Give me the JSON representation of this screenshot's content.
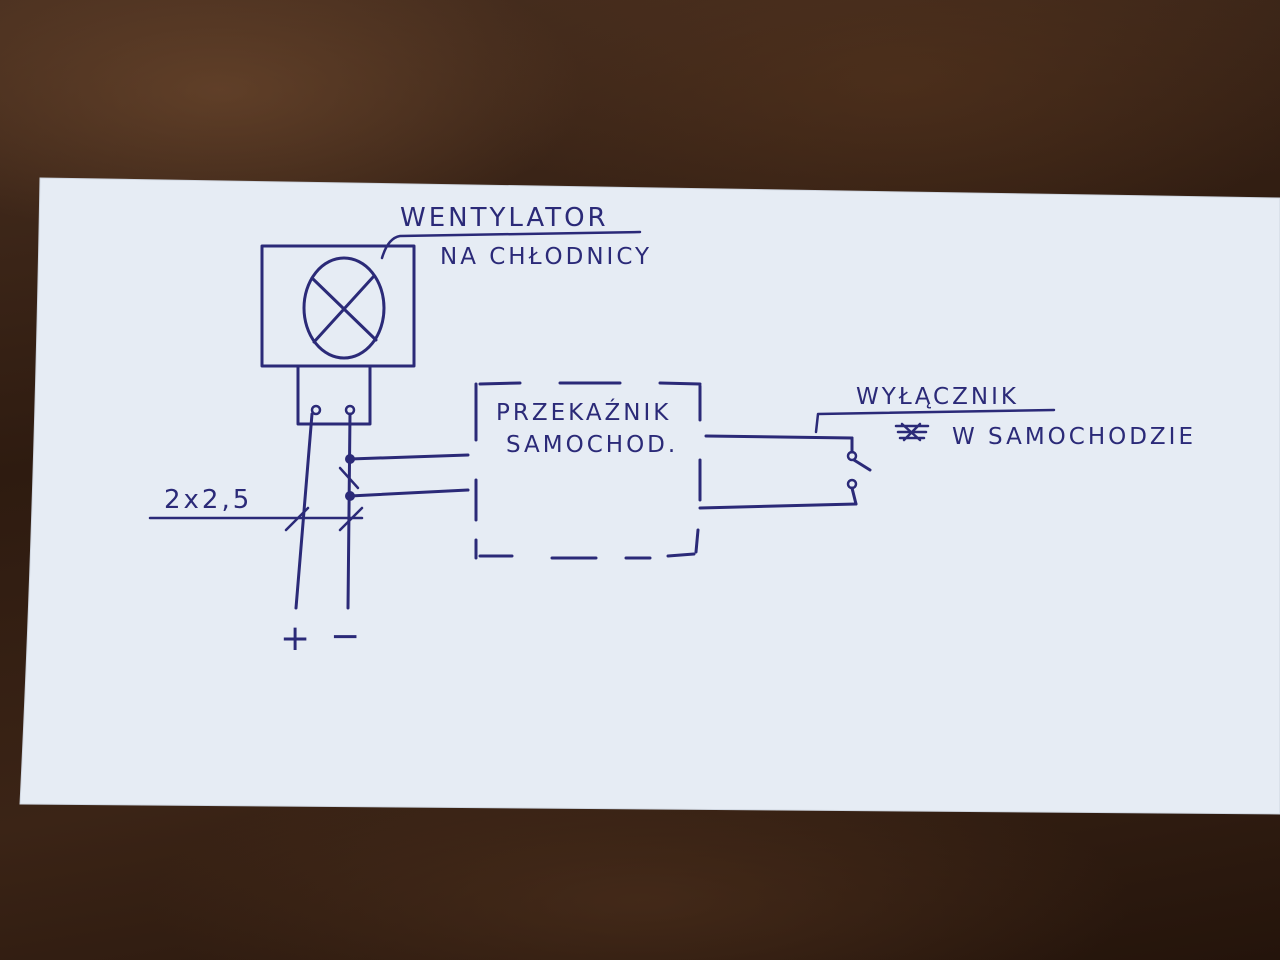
{
  "labels": {
    "fan_title_line1": "WENTYLATOR",
    "fan_title_line2": "NA CHŁODNICY",
    "relay_line1": "PRZEKAŹNIK",
    "relay_line2": "SAMOCHOD.",
    "switch_line1": "WYŁĄCZNIK",
    "switch_line2": "W SAMOCHODZIE",
    "wire_size": "2x2,5",
    "plus": "+",
    "minus": "−"
  },
  "colors": {
    "ink": "#2b2a78",
    "paper": "#e6ecf4",
    "table": "#3a2417"
  }
}
